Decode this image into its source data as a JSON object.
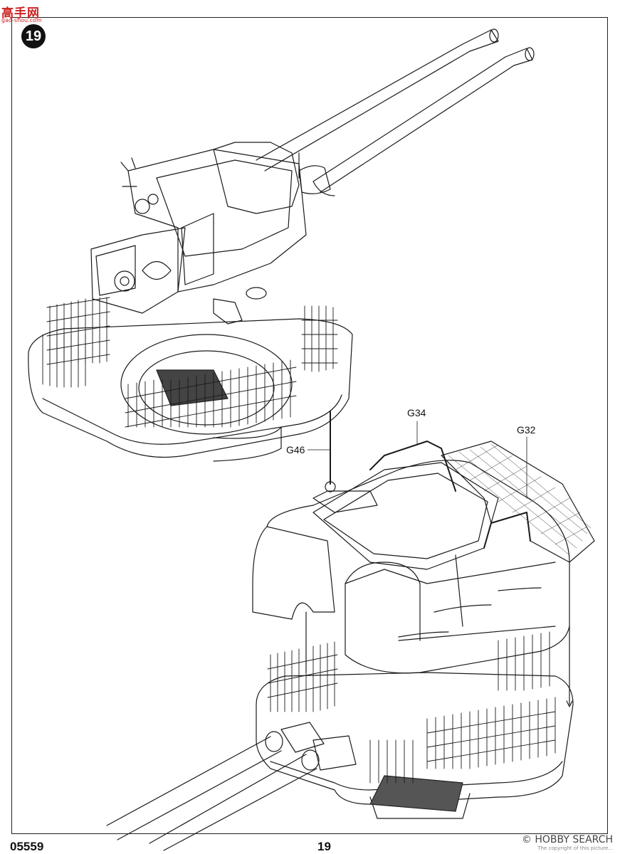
{
  "watermark_top": {
    "chars": "高手网",
    "sub": "gao-shou.com"
  },
  "step": {
    "number": "19"
  },
  "callouts": {
    "g46": "G46",
    "g34": "G34",
    "g32": "G32"
  },
  "footer": {
    "product_code": "05559",
    "page_number": "19",
    "watermark": "© HOBBY SEARCH",
    "watermark_sub": "The copyright of this picture..."
  },
  "colors": {
    "line": "#1a1a1a",
    "accent": "#cc2222"
  }
}
